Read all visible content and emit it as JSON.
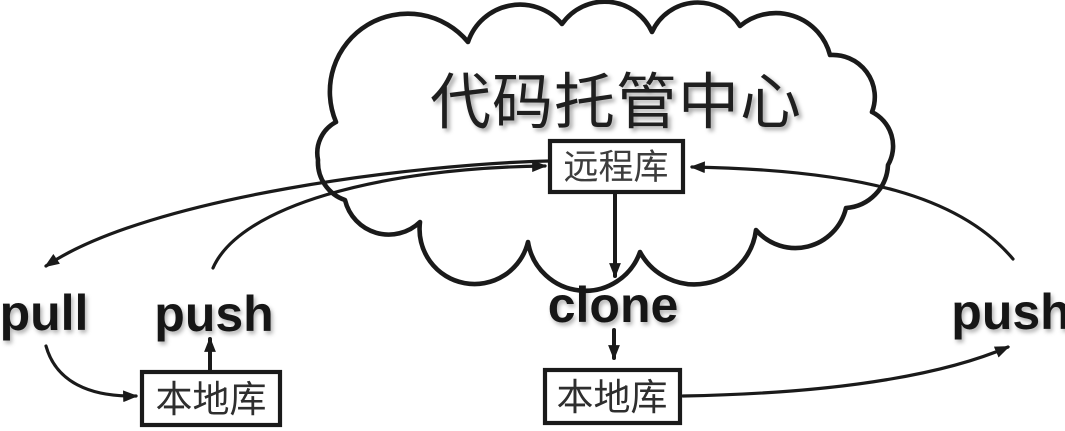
{
  "diagram": {
    "title": "代码托管中心",
    "nodes": {
      "remote_repo": "远程库",
      "local_repo_left": "本地库",
      "local_repo_center": "本地库"
    },
    "labels": {
      "pull": "pull",
      "push_left": "push",
      "clone": "clone",
      "push_right": "push"
    },
    "colors": {
      "stroke": "#1a1a1a",
      "background": "#ffffff",
      "text": "#161616"
    }
  }
}
